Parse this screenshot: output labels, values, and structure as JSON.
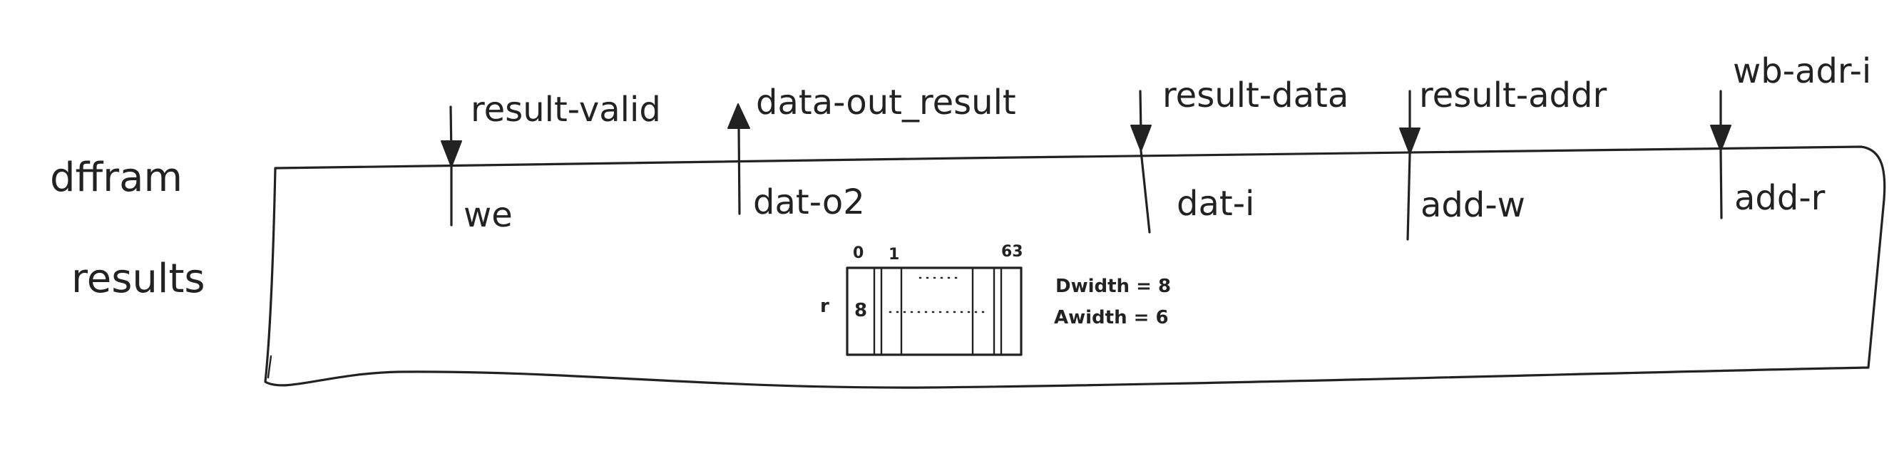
{
  "module_name": [
    "dffram",
    "results"
  ],
  "ports": [
    {
      "signal": "result-valid",
      "port": "we",
      "direction": "in"
    },
    {
      "signal": "data-out_result",
      "port": "dat-o2",
      "direction": "out"
    },
    {
      "signal": "result-data",
      "port": "dat-i",
      "direction": "in"
    },
    {
      "signal": "result-addr",
      "port": "add-w",
      "direction": "in"
    },
    {
      "signal": "wb-adr-i",
      "port": "add-r",
      "direction": "in"
    }
  ],
  "memory": {
    "row_label": "r",
    "index_first": "0",
    "index_second": "1",
    "index_last": "63",
    "cell_value": "8",
    "dwidth": "Dwidth = 8",
    "awidth": "Awidth = 6"
  }
}
